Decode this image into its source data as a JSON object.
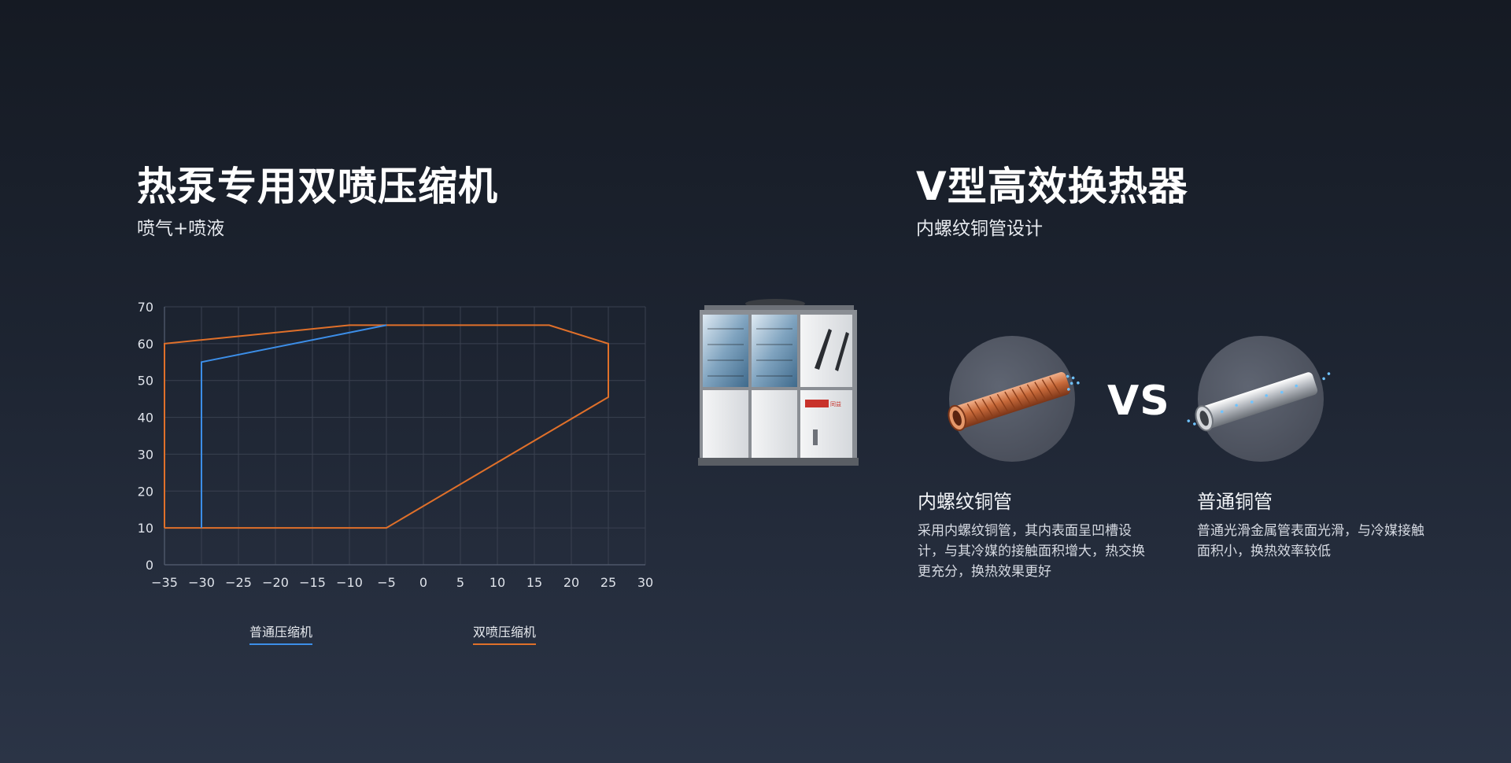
{
  "left": {
    "title": "热泵专用双喷压缩机",
    "subtitle": "喷气+喷液"
  },
  "right": {
    "title": "V型高效换热器",
    "subtitle": "内螺纹铜管设计",
    "vs_label": "VS",
    "products": [
      {
        "title": "内螺纹铜管",
        "desc": "采用内螺纹铜管，其内表面呈凹槽设计，与其冷媒的接触面积增大，热交换更充分，换热效果更好"
      },
      {
        "title": "普通铜管",
        "desc": "普通光滑金属管表面光滑，与冷媒接触面积小，换热效率较低"
      }
    ]
  },
  "unit": {
    "badge": "同益"
  },
  "colors": {
    "series_blue": "#3c8ee8",
    "series_orange": "#e0702a",
    "grid": "#3a4150"
  },
  "chart_data": {
    "type": "line",
    "title": "",
    "xlabel": "",
    "ylabel": "",
    "xlim": [
      -35,
      30
    ],
    "ylim": [
      0,
      70
    ],
    "x_ticks": [
      -35,
      -30,
      -25,
      -20,
      -15,
      -10,
      -5,
      0,
      5,
      10,
      15,
      20,
      25,
      30
    ],
    "y_ticks": [
      0,
      10,
      20,
      30,
      40,
      50,
      60,
      70
    ],
    "x_tick_labels": [
      "−35",
      "−30",
      "−25",
      "−20",
      "−15",
      "−10",
      "−5",
      "0",
      "5",
      "10",
      "15",
      "20",
      "25",
      "30"
    ],
    "y_tick_labels": [
      "0",
      "10",
      "20",
      "30",
      "40",
      "50",
      "60",
      "70"
    ],
    "grid": true,
    "legend_position": "bottom",
    "series": [
      {
        "name": "普通压缩机",
        "color": "#3c8ee8",
        "points": [
          [
            -30,
            10
          ],
          [
            -30,
            55
          ],
          [
            -5,
            65
          ]
        ]
      },
      {
        "name": "双喷压缩机",
        "color": "#e0702a",
        "points": [
          [
            -35,
            10
          ],
          [
            -35,
            60
          ],
          [
            -10,
            65
          ],
          [
            17,
            65
          ],
          [
            25,
            60
          ],
          [
            25,
            45.5
          ],
          [
            -5,
            10
          ],
          [
            -35,
            10
          ]
        ]
      }
    ]
  }
}
